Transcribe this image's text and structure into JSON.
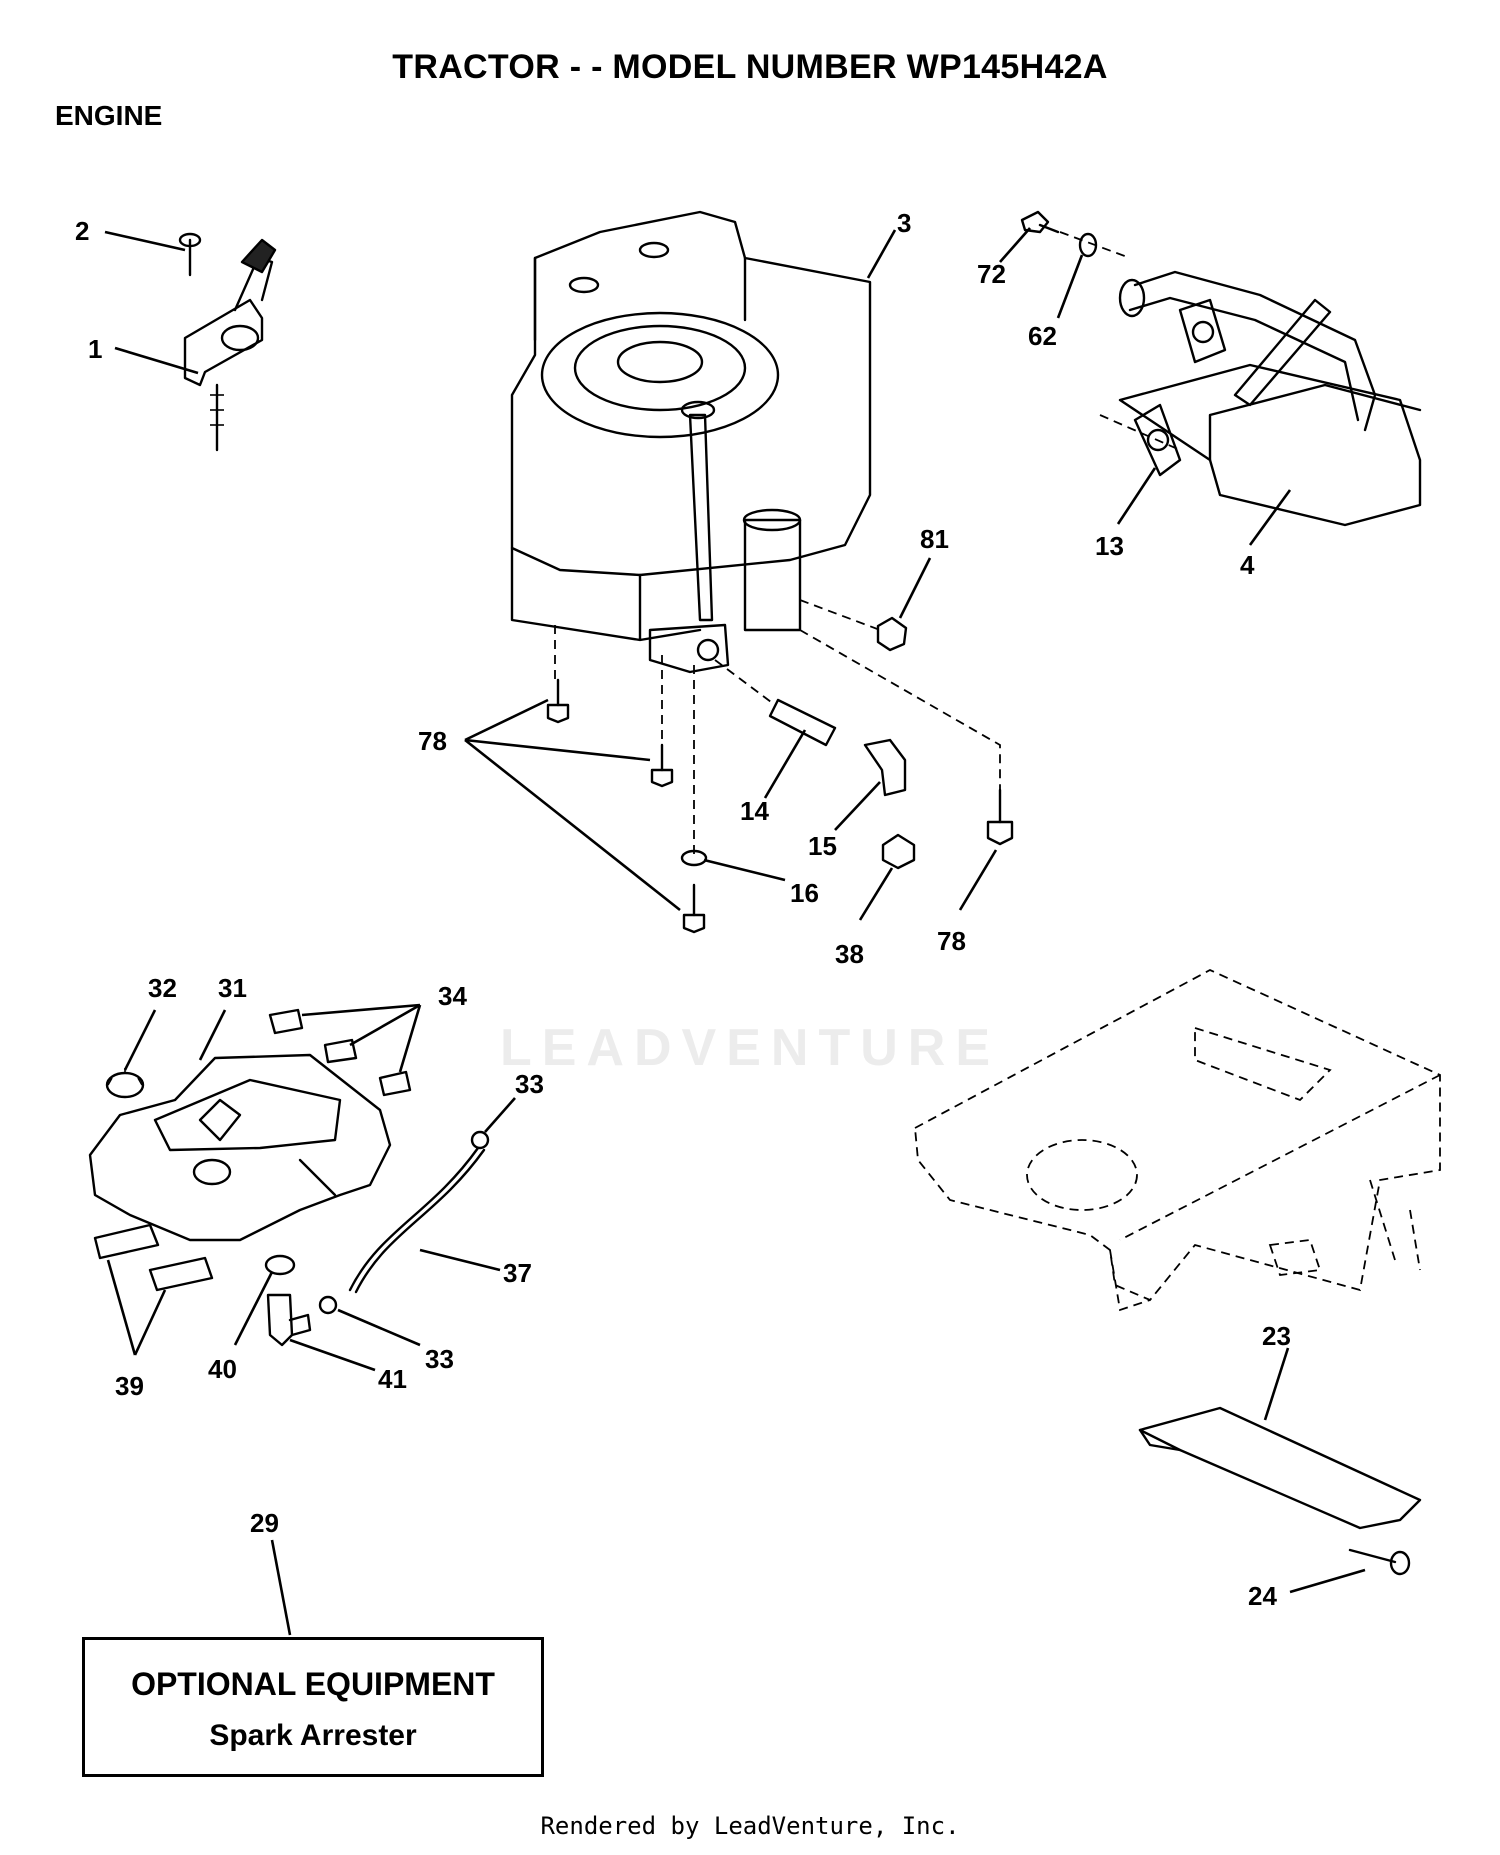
{
  "title": "TRACTOR - - MODEL NUMBER WP145H42A",
  "section": "ENGINE",
  "watermark": "LEADVENTURE",
  "footer": "Rendered by LeadVenture, Inc.",
  "optional_box": {
    "heading": "OPTIONAL EQUIPMENT",
    "item": "Spark Arrester"
  },
  "callouts": [
    {
      "id": "c2",
      "label": "2"
    },
    {
      "id": "c1",
      "label": "1"
    },
    {
      "id": "c3",
      "label": "3"
    },
    {
      "id": "c72",
      "label": "72"
    },
    {
      "id": "c62",
      "label": "62"
    },
    {
      "id": "c13",
      "label": "13"
    },
    {
      "id": "c4",
      "label": "4"
    },
    {
      "id": "c81",
      "label": "81"
    },
    {
      "id": "c78a",
      "label": "78"
    },
    {
      "id": "c14",
      "label": "14"
    },
    {
      "id": "c15",
      "label": "15"
    },
    {
      "id": "c16",
      "label": "16"
    },
    {
      "id": "c38",
      "label": "38"
    },
    {
      "id": "c78b",
      "label": "78"
    },
    {
      "id": "c32",
      "label": "32"
    },
    {
      "id": "c31",
      "label": "31"
    },
    {
      "id": "c34",
      "label": "34"
    },
    {
      "id": "c33a",
      "label": "33"
    },
    {
      "id": "c37",
      "label": "37"
    },
    {
      "id": "c33b",
      "label": "33"
    },
    {
      "id": "c40",
      "label": "40"
    },
    {
      "id": "c41",
      "label": "41"
    },
    {
      "id": "c39",
      "label": "39"
    },
    {
      "id": "c23",
      "label": "23"
    },
    {
      "id": "c24",
      "label": "24"
    },
    {
      "id": "c29",
      "label": "29"
    }
  ]
}
